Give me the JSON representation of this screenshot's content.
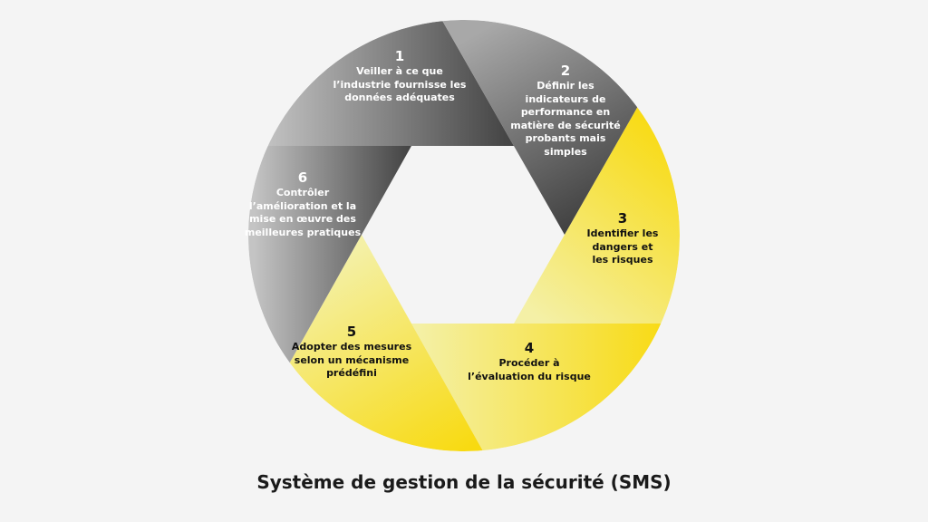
{
  "title": "Système de gestion de la sécurité (SMS)",
  "colors": {
    "gray_light": "#c4c4c4",
    "gray_dark": "#454545",
    "yellow_light": "#f4f0a6",
    "yellow_bright": "#f8da10",
    "background": "#f4f4f4"
  },
  "steps": [
    {
      "number": "1",
      "lines": [
        "Veiller à ce que",
        "l’industrie fournisse les",
        "données adéquates"
      ]
    },
    {
      "number": "2",
      "lines": [
        "Définir les",
        "indicateurs de",
        "performance en",
        "matière de sécurité",
        "probants mais",
        "simples"
      ]
    },
    {
      "number": "3",
      "lines": [
        "Identifier les",
        "dangers et",
        "les risques"
      ]
    },
    {
      "number": "4",
      "lines": [
        "Procéder à",
        "l’évaluation du risque"
      ]
    },
    {
      "number": "5",
      "lines": [
        "Adopter des mesures",
        "selon un mécanisme",
        "prédéfini"
      ]
    },
    {
      "number": "6",
      "lines": [
        "Contrôler",
        "l’amélioration et la",
        "mise en œuvre des",
        "meilleures pratiques"
      ]
    }
  ]
}
